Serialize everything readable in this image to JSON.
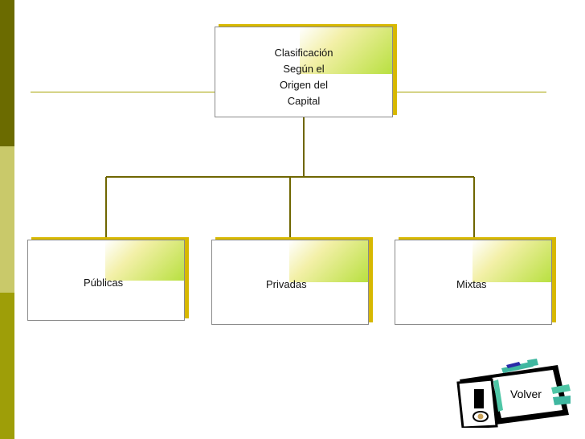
{
  "diagram": {
    "root": {
      "label": "Clasificación\nSegún el\nOrigen del\nCapital"
    },
    "children": [
      {
        "label": "Públicas"
      },
      {
        "label": "Privadas"
      },
      {
        "label": "Mixtas"
      }
    ]
  },
  "nav": {
    "volver_label": "Volver",
    "icon": "exclamation-sign-icon"
  },
  "colors": {
    "sidebar_dark": "#6b6b00",
    "sidebar_light": "#c9c96a",
    "sidebar_mid": "#9e9e08",
    "connector": "#6f6600",
    "box_shadow": "#d7b800",
    "gradient_end": "#b8e040"
  }
}
